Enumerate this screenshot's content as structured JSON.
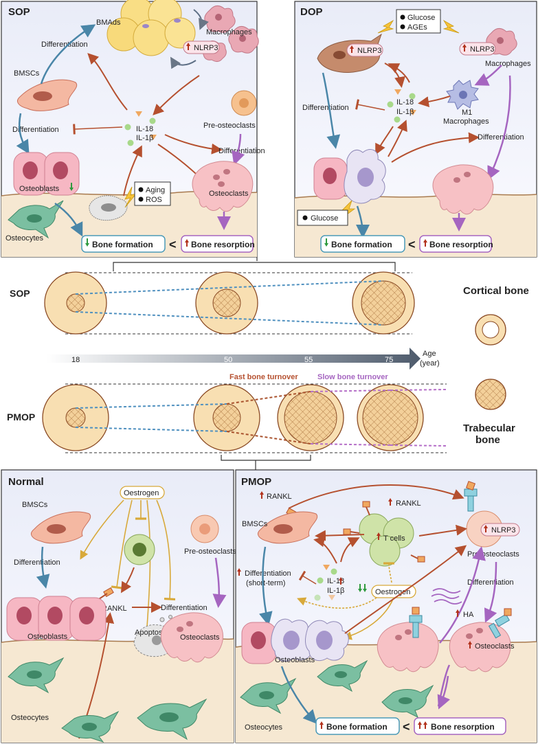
{
  "panels": {
    "sop": {
      "title": "SOP",
      "labels": {
        "bmads": "BMAds",
        "macrophages": "Macrophages",
        "nlrp3": "NLRP3",
        "differentiation_top": "Differentiation",
        "bmscs": "BMSCs",
        "differentiation_left": "Differentiation",
        "il18": "IL-18",
        "il1b": "IL-1β",
        "pre_osteoclasts": "Pre-osteoclasts",
        "differentiation_right": "Differentiation",
        "osteoblasts": "Osteoblasts",
        "osteoclasts": "Osteoclasts",
        "aging": "Aging",
        "ros": "ROS",
        "osteocytes": "Osteocytes",
        "bone_formation": "Bone formation",
        "bone_resorption": "Bone resorption"
      }
    },
    "dop": {
      "title": "DOP",
      "labels": {
        "glucose": "Glucose",
        "ages": "AGEs",
        "nlrp3_left": "NLRP3",
        "nlrp3_right": "NLRP3",
        "macrophages": "Macrophages",
        "differentiation_left": "Differentiation",
        "il18": "IL-18",
        "il1b": "IL-1β",
        "m1": "M1",
        "m1_macrophages": "Macrophages",
        "differentiation_right": "Differentiation",
        "glucose_bottom": "Glucose",
        "bone_formation": "Bone formation",
        "bone_resorption": "Bone resorption"
      }
    },
    "timeline": {
      "row_sop": "SOP",
      "row_pmop": "PMOP",
      "age_label": "Age",
      "age_unit": "(year)",
      "ticks": [
        "18",
        "50",
        "55",
        "75"
      ],
      "fast_turnover": "Fast bone turnover",
      "slow_turnover": "Slow bone turnover",
      "legend_cortical": "Cortical bone",
      "legend_trabecular_1": "Trabecular",
      "legend_trabecular_2": "bone"
    },
    "normal": {
      "title": "Normal",
      "labels": {
        "oestrogen": "Oestrogen",
        "bmscs": "BMSCs",
        "differentiation_left": "Differentiation",
        "pre_osteoclasts": "Pre-osteoclasts",
        "rankl": "RANKL",
        "differentiation_right": "Differentiation",
        "osteoblasts": "Osteoblasts",
        "apoptosis": "Apoptosis",
        "osteoclasts": "Osteoclasts",
        "osteocytes": "Osteocytes"
      }
    },
    "pmop": {
      "title": "PMOP",
      "labels": {
        "rankl_left": "RANKL",
        "rankl_right": "RANKL",
        "bmscs": "BMSCs",
        "t_cells": "T cells",
        "nlrp3": "NLRP3",
        "differentiation_1": "Differentiation",
        "short_term": "(short-term)",
        "il18": "IL-18",
        "il1b": "IL-1β",
        "oestrogen": "Oestrogen",
        "pre_osteoclasts": "Pre-osteoclasts",
        "differentiation_2": "Differentiation",
        "ha": "HA",
        "osteoblasts": "Osteoblasts",
        "osteoclasts": "Osteoclasts",
        "osteocytes": "Osteocytes",
        "bone_formation": "Bone formation",
        "bone_resorption": "Bone resorption"
      }
    }
  },
  "colors": {
    "arrow_red": "#b5502f",
    "arrow_blue": "#4a86a8",
    "arrow_purple": "#a565c0",
    "arrow_gold": "#d8a93a",
    "up_red": "#b2321c",
    "down_green": "#2e9a3e",
    "bone_fill": "#f8dfb2",
    "bone_line": "#8a4a24",
    "dashed_blue": "#4f90bf",
    "dashed_brown": "#a8502b",
    "dashed_purple": "#b56fc8",
    "panel_bg": "#eef0fa"
  }
}
